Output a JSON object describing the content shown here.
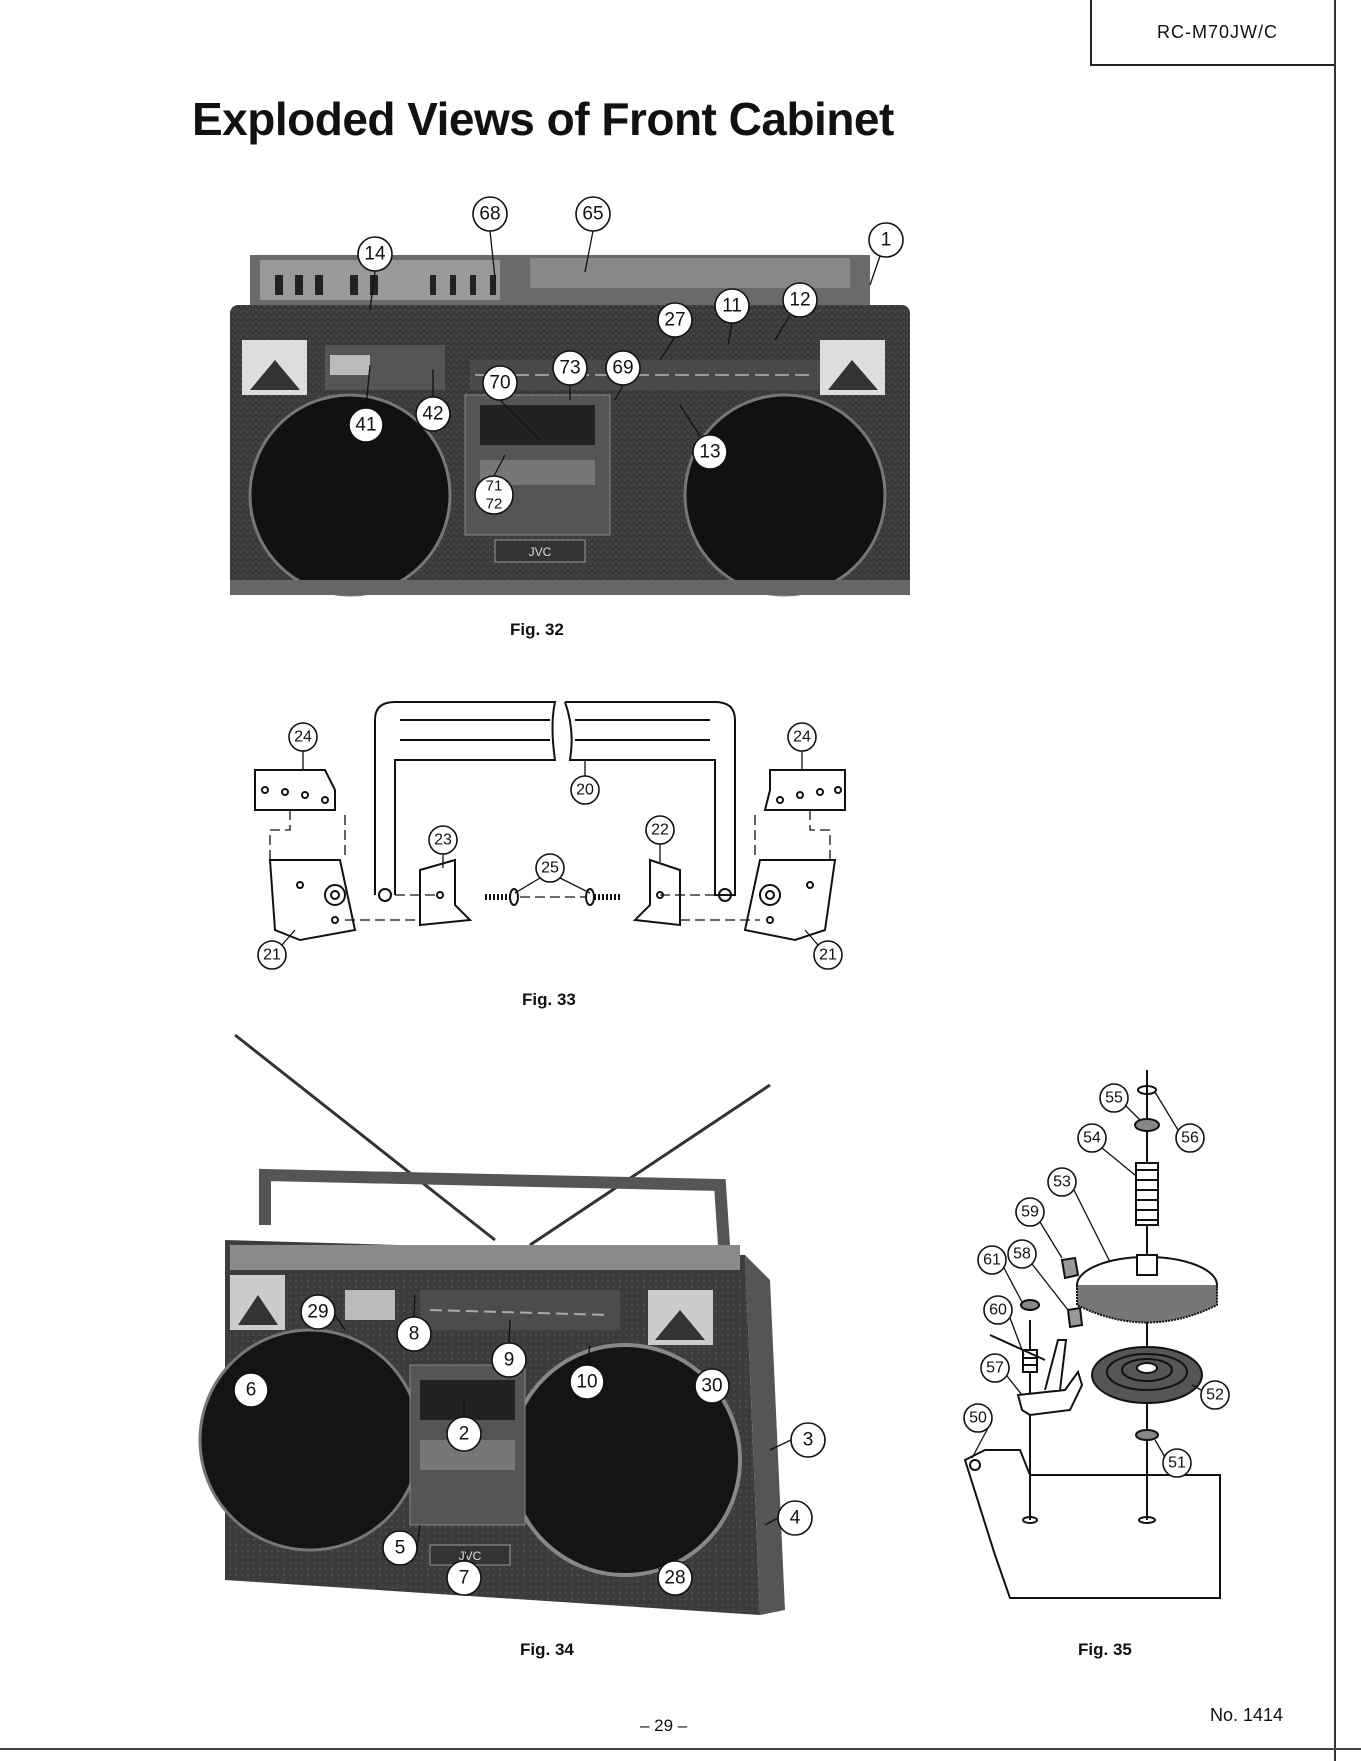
{
  "header": {
    "model": "RC-M70JW/C"
  },
  "title": "Exploded Views of Front Cabinet",
  "figures": {
    "fig32": {
      "caption": "Fig. 32",
      "brand": "JVC",
      "callouts": [
        "68",
        "65",
        "14",
        "1",
        "27",
        "11",
        "12",
        "70",
        "73",
        "69",
        "41",
        "42",
        "13",
        "71",
        "72"
      ]
    },
    "fig33": {
      "caption": "Fig. 33",
      "callouts": [
        "24",
        "24",
        "20",
        "23",
        "22",
        "25",
        "21",
        "21"
      ]
    },
    "fig34": {
      "caption": "Fig. 34",
      "brand": "JVC",
      "callouts": [
        "29",
        "8",
        "9",
        "10",
        "30",
        "6",
        "2",
        "3",
        "4",
        "5",
        "7",
        "28"
      ]
    },
    "fig35": {
      "caption": "Fig. 35",
      "callouts": [
        "55",
        "56",
        "54",
        "53",
        "59",
        "61",
        "58",
        "60",
        "57",
        "52",
        "50",
        "51"
      ]
    }
  },
  "footer": {
    "page_number": "– 29 –",
    "doc_number": "No. 1414"
  }
}
